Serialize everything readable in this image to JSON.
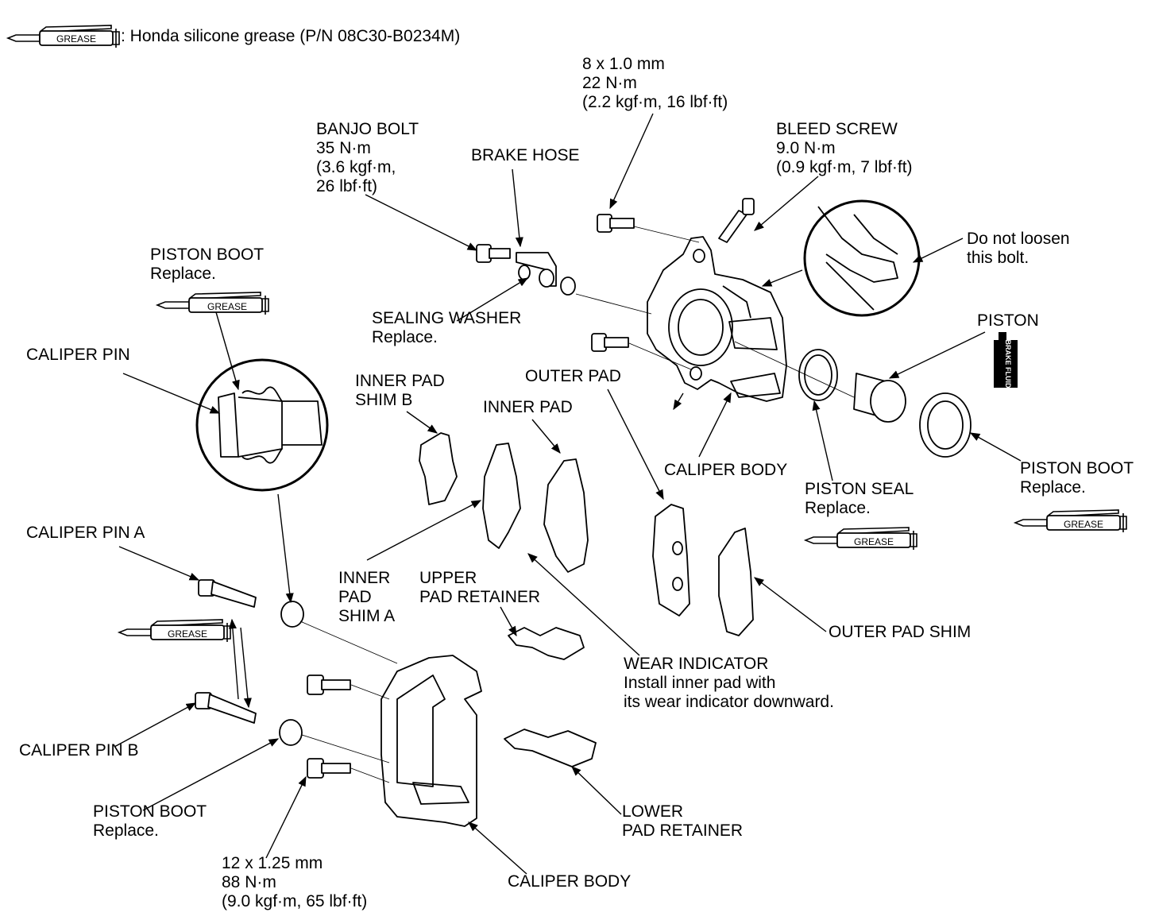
{
  "legend": {
    "tube_label": "GREASE",
    "text": ": Honda silicone grease (P/N 08C30-B0234M)"
  },
  "fluid_icon_text": "BRAKE FLUID",
  "labels": {
    "bolt_8mm": [
      "8 x 1.0 mm",
      "22 N·m",
      "(2.2 kgf·m, 16 lbf·ft)"
    ],
    "banjo_bolt": [
      "BANJO BOLT",
      "35 N·m",
      "(3.6 kgf·m,",
      "26 lbf·ft)"
    ],
    "brake_hose": [
      "BRAKE HOSE"
    ],
    "bleed_screw": [
      "BLEED SCREW",
      "9.0 N·m",
      "(0.9 kgf·m, 7 lbf·ft)"
    ],
    "do_not_loosen": [
      "Do not loosen",
      "this bolt."
    ],
    "piston_boot_top": [
      "PISTON BOOT",
      "Replace."
    ],
    "sealing_washer": [
      "SEALING WASHER",
      "Replace."
    ],
    "piston": [
      "PISTON"
    ],
    "caliper_pin": [
      "CALIPER PIN"
    ],
    "inner_pad_shim_b": [
      "INNER PAD",
      "SHIM B"
    ],
    "outer_pad": [
      "OUTER PAD"
    ],
    "inner_pad": [
      "INNER PAD"
    ],
    "caliper_body_upper": [
      "CALIPER BODY"
    ],
    "piston_seal": [
      "PISTON SEAL",
      "Replace."
    ],
    "piston_boot_right": [
      "PISTON BOOT",
      "Replace."
    ],
    "caliper_pin_a": [
      "CALIPER PIN A"
    ],
    "inner_pad_shim_a": [
      "INNER",
      "PAD",
      "SHIM A"
    ],
    "upper_pad_retainer": [
      "UPPER",
      "PAD RETAINER"
    ],
    "outer_pad_shim": [
      "OUTER PAD SHIM"
    ],
    "wear_indicator": [
      "WEAR INDICATOR",
      "Install inner pad with",
      "its wear indicator downward."
    ],
    "caliper_pin_b": [
      "CALIPER PIN B"
    ],
    "piston_boot_lower": [
      "PISTON BOOT",
      "Replace."
    ],
    "lower_pad_retainer": [
      "LOWER",
      "PAD RETAINER"
    ],
    "bolt_12mm": [
      "12 x 1.25 mm",
      "88 N·m",
      "(9.0 kgf·m, 65 lbf·ft)"
    ],
    "caliper_body_lower": [
      "CALIPER BODY"
    ]
  }
}
